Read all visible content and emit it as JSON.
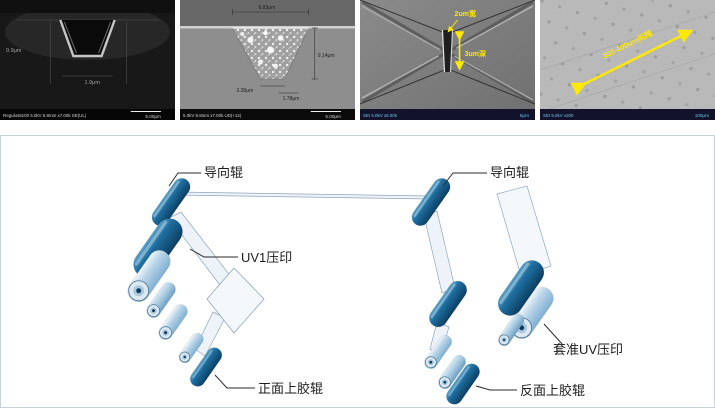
{
  "sem_images": [
    {
      "alt": "SEM trench cross-section (dark)",
      "annotations": {
        "depth": "9.9μm",
        "width": "1.9μm"
      },
      "info_left": "Regulus8100 5.0kV 5.8mm x7.00k SE(UL)",
      "scale": "5.00μm"
    },
    {
      "alt": "SEM trench filled with particles",
      "annotations": {
        "top_width": "6.83μm",
        "depth": "9.14μm",
        "bottom_a": "3.38μm",
        "bottom_b": "1.78μm"
      },
      "info_left": "5.0kV 8.8mm x7.00k UD(+12)",
      "scale": "5.00μm"
    },
    {
      "alt": "SEM crossing groove with width and depth callouts",
      "annotations": {
        "width": "2um宽",
        "depth": "3um深"
      },
      "info_left": "SEI 5.0kV x5.00k",
      "scale": "5μm"
    },
    {
      "alt": "SEM surface with groove spacing callout",
      "annotations": {
        "spacing": "300-400um间隔"
      },
      "info_left": "SEI 5.0kV x200",
      "scale": "100μm"
    }
  ],
  "diagram": {
    "labels": {
      "guide_roller_left": "导向辊",
      "guide_roller_right": "导向辊",
      "uv1_imprint": "UV1压印",
      "front_glue_roller": "正面上胶辊",
      "register_uv_imprint": "套准UV压印",
      "back_glue_roller": "反面上胶辊"
    },
    "colors": {
      "roller_dark": "#1d6d9e",
      "roller_light": "#aecfe5",
      "film": "#eef3f9",
      "annotation_yellow": "#ffe900",
      "panel_border": "#c7d2dc"
    }
  }
}
